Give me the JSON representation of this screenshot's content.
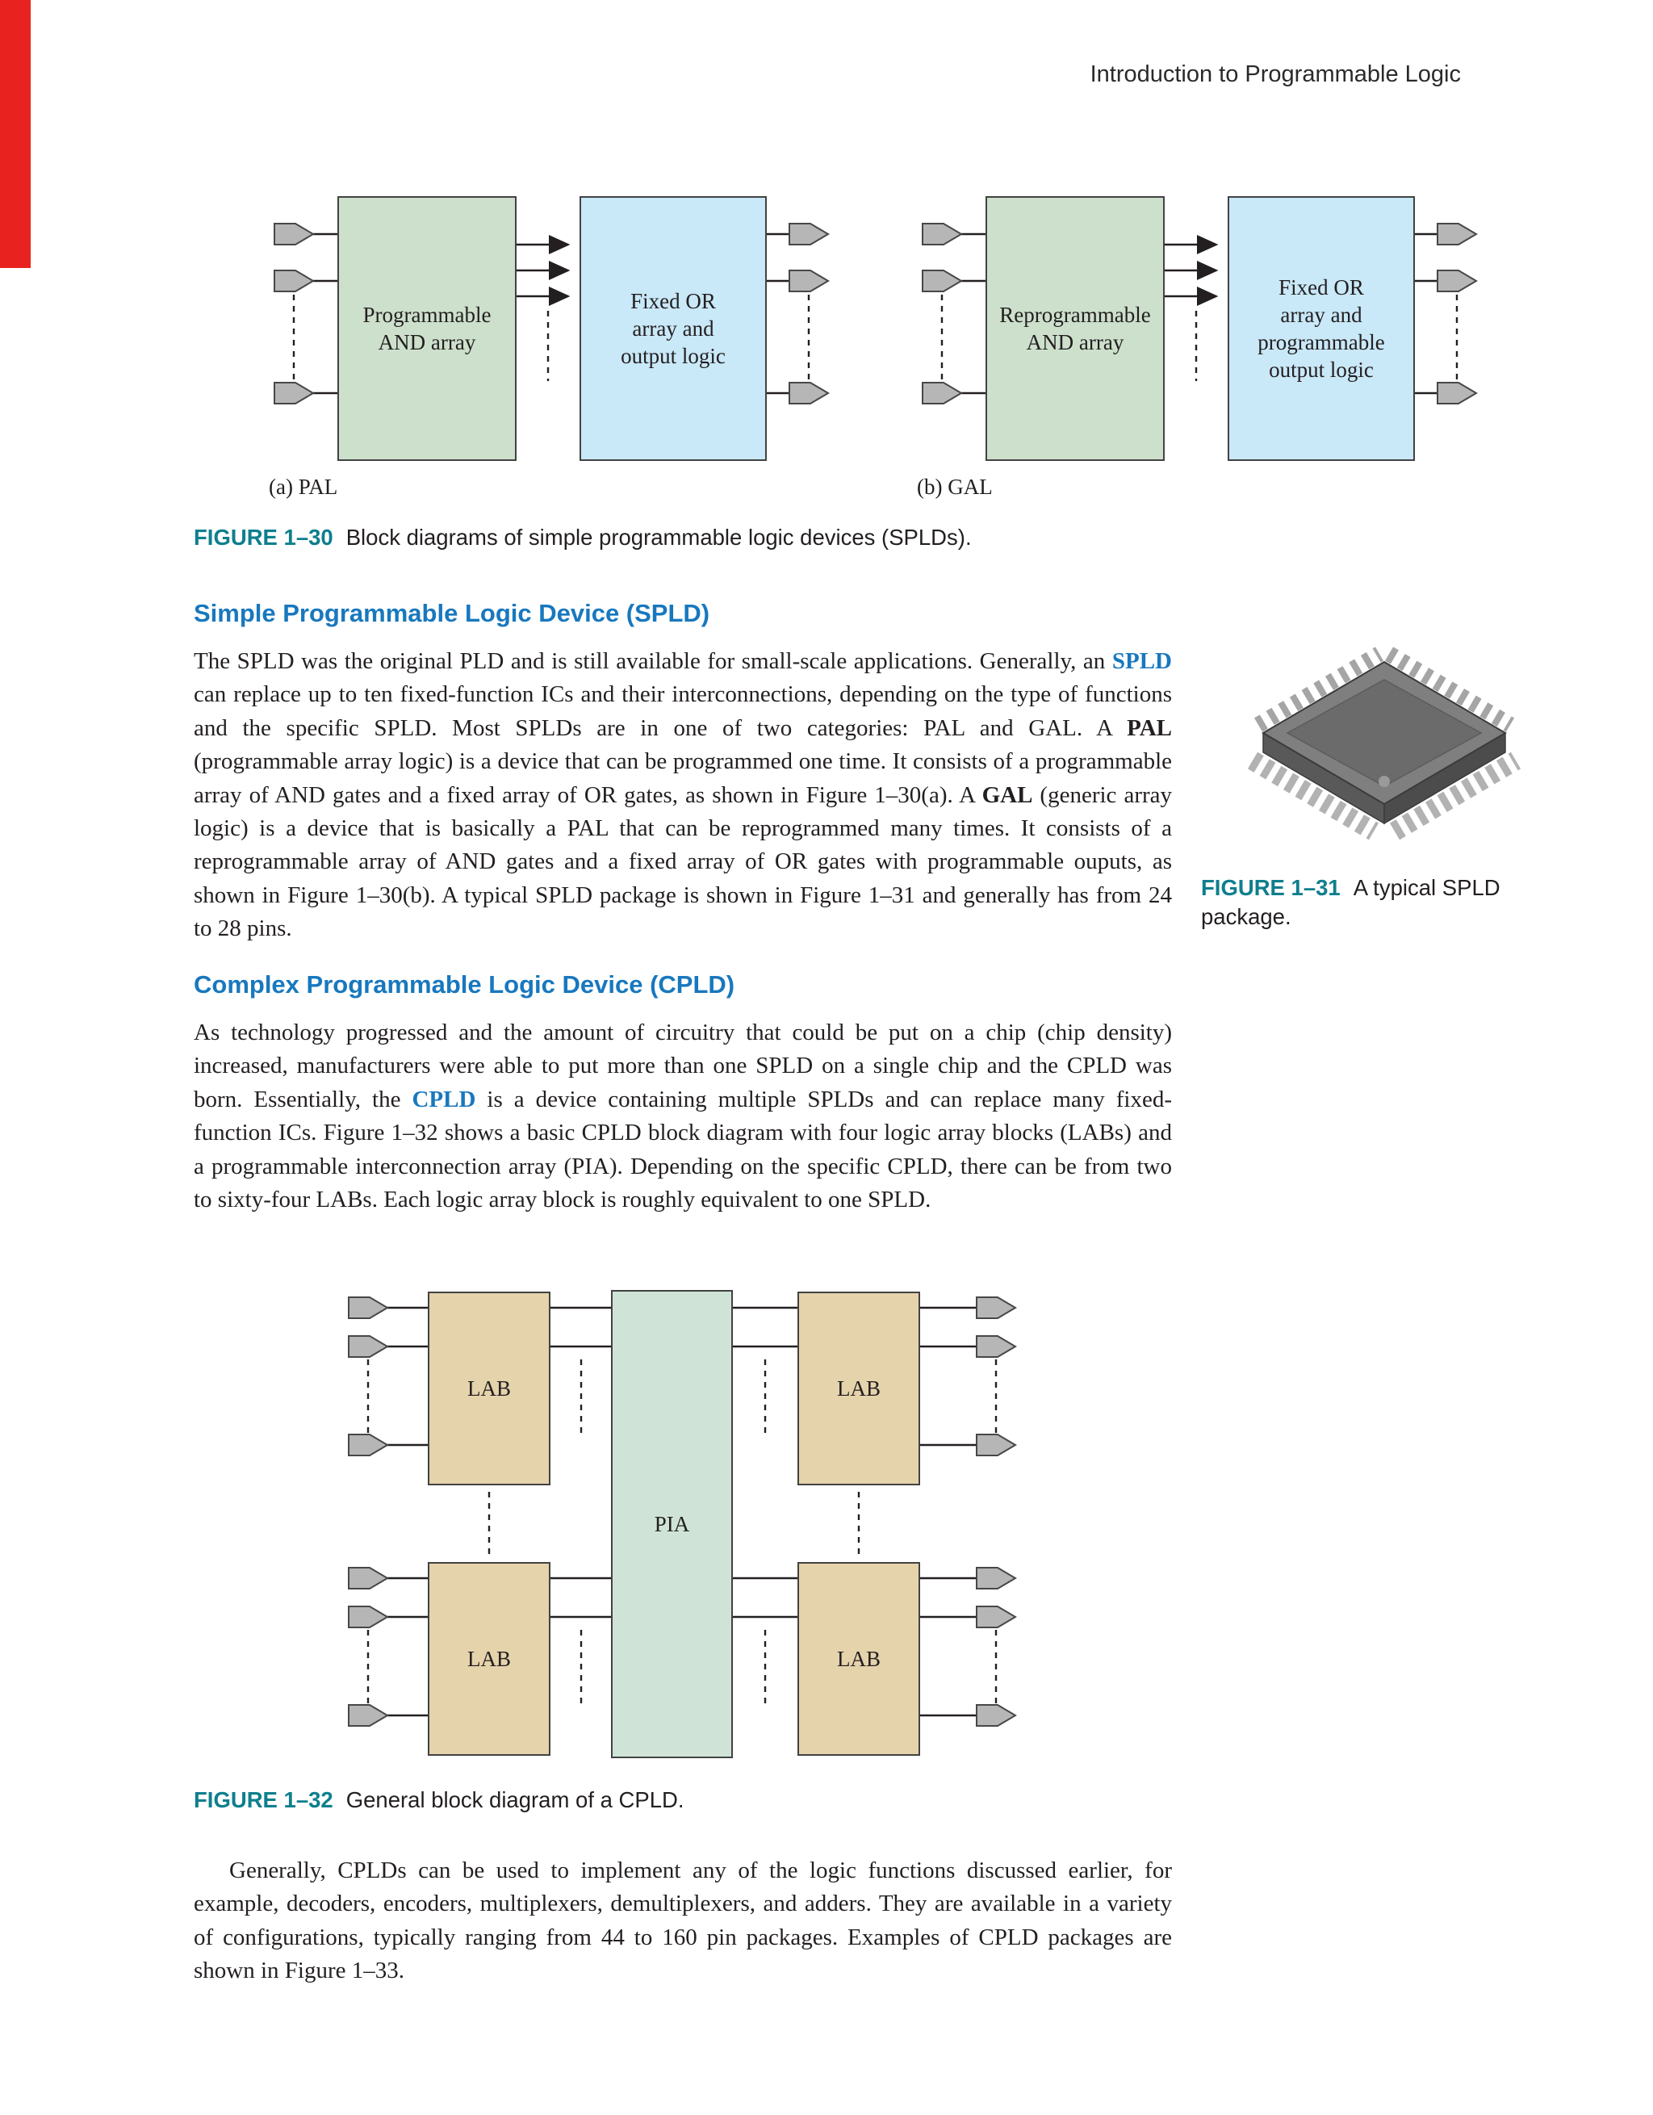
{
  "page": {
    "running_head": "Introduction to Programmable Logic"
  },
  "colors": {
    "heading_blue": "#1878be",
    "figure_label_teal": "#0e7f8d",
    "edge_bar_red": "#e8231f",
    "and_array_green": "#cde0cc",
    "or_array_blue": "#c9e8f8",
    "lab_tan": "#e5d3ab",
    "pia_mint": "#cfe4d6",
    "arrow_gray": "#b6b6b6"
  },
  "fig30": {
    "label": "FIGURE 1–30",
    "caption": "Block diagrams of simple programmable logic devices (SPLDs).",
    "pal": {
      "sublabel": "(a) PAL",
      "and_box": "Programmable\nAND array",
      "or_box": "Fixed OR\narray and\noutput logic"
    },
    "gal": {
      "sublabel": "(b) GAL",
      "and_box": "Reprogrammable\nAND array",
      "or_box": "Fixed OR\narray and\nprogrammable\noutput logic"
    }
  },
  "spld": {
    "heading": "Simple Programmable Logic Device (SPLD)",
    "paragraph": [
      {
        "text": "The SPLD was the original PLD and is still available for small-scale applications. Generally, an "
      },
      {
        "text": "SPLD",
        "style": "blue-bold"
      },
      {
        "text": " can replace up to ten fixed-function ICs and their interconnections, depending on the type of functions and the specific SPLD. Most SPLDs are in one of two categories: PAL and GAL. A "
      },
      {
        "text": "PAL",
        "style": "bold"
      },
      {
        "text": " (programmable array logic) is a device that can be programmed one time. It consists of a programmable array of AND gates and a fixed array of OR gates, as shown in Figure 1–30(a). A "
      },
      {
        "text": "GAL",
        "style": "bold"
      },
      {
        "text": " (generic array logic) is a device that is basically a PAL that can be reprogrammed many times. It consists of a reprogrammable array of AND gates and a fixed array of OR gates with programmable ouputs, as shown in Figure 1–30(b). A typical SPLD package is shown in Figure 1–31 and generally has from 24 to 28 pins."
      }
    ]
  },
  "fig31": {
    "label": "FIGURE 1–31",
    "caption": "A typical SPLD package."
  },
  "cpld": {
    "heading": "Complex Programmable Logic Device (CPLD)",
    "paragraph": [
      {
        "text": "As technology progressed and the amount of circuitry that could be put on a chip (chip density) increased, manufacturers were able to put more than one SPLD on a single chip and the CPLD was born. Essentially, the "
      },
      {
        "text": "CPLD",
        "style": "blue-bold"
      },
      {
        "text": " is a device containing multiple SPLDs and can replace many fixed-function ICs. Figure 1–32 shows a basic CPLD block diagram with four logic array blocks (LABs) and a programmable interconnection array (PIA). Depending on the specific CPLD, there can be from two to sixty-four LABs. Each logic array block is roughly equivalent to one SPLD."
      }
    ]
  },
  "fig32": {
    "label": "FIGURE 1–32",
    "caption": "General block diagram of a CPLD.",
    "lab": "LAB",
    "pia": "PIA"
  },
  "closing": {
    "paragraph": [
      {
        "text": "Generally, CPLDs can be used to implement any of the logic functions discussed earlier, for example, decoders, encoders, multiplexers, demultiplexers, and adders. They are available in a variety of configurations, typically ranging from 44 to 160 pin packages. Examples of CPLD packages are shown in Figure 1–33."
      }
    ]
  }
}
